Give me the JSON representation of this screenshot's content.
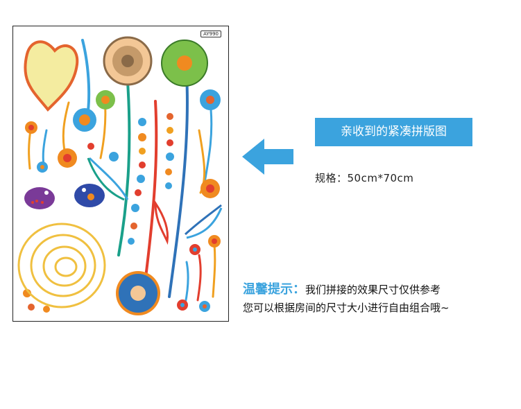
{
  "product": {
    "code": "AY990",
    "accent_color": "#3ba3de"
  },
  "banner": {
    "text": "亲收到的紧凑拼版图"
  },
  "spec": {
    "text": "规格：50cm*70cm"
  },
  "tip": {
    "title": "温馨提示：",
    "line1": "我们拼接的效果尺寸仅供参考",
    "line2": "您可以根据房间的尺寸大小进行自由组合哦~"
  },
  "icons": {
    "arrow": "arrow-left-icon"
  }
}
